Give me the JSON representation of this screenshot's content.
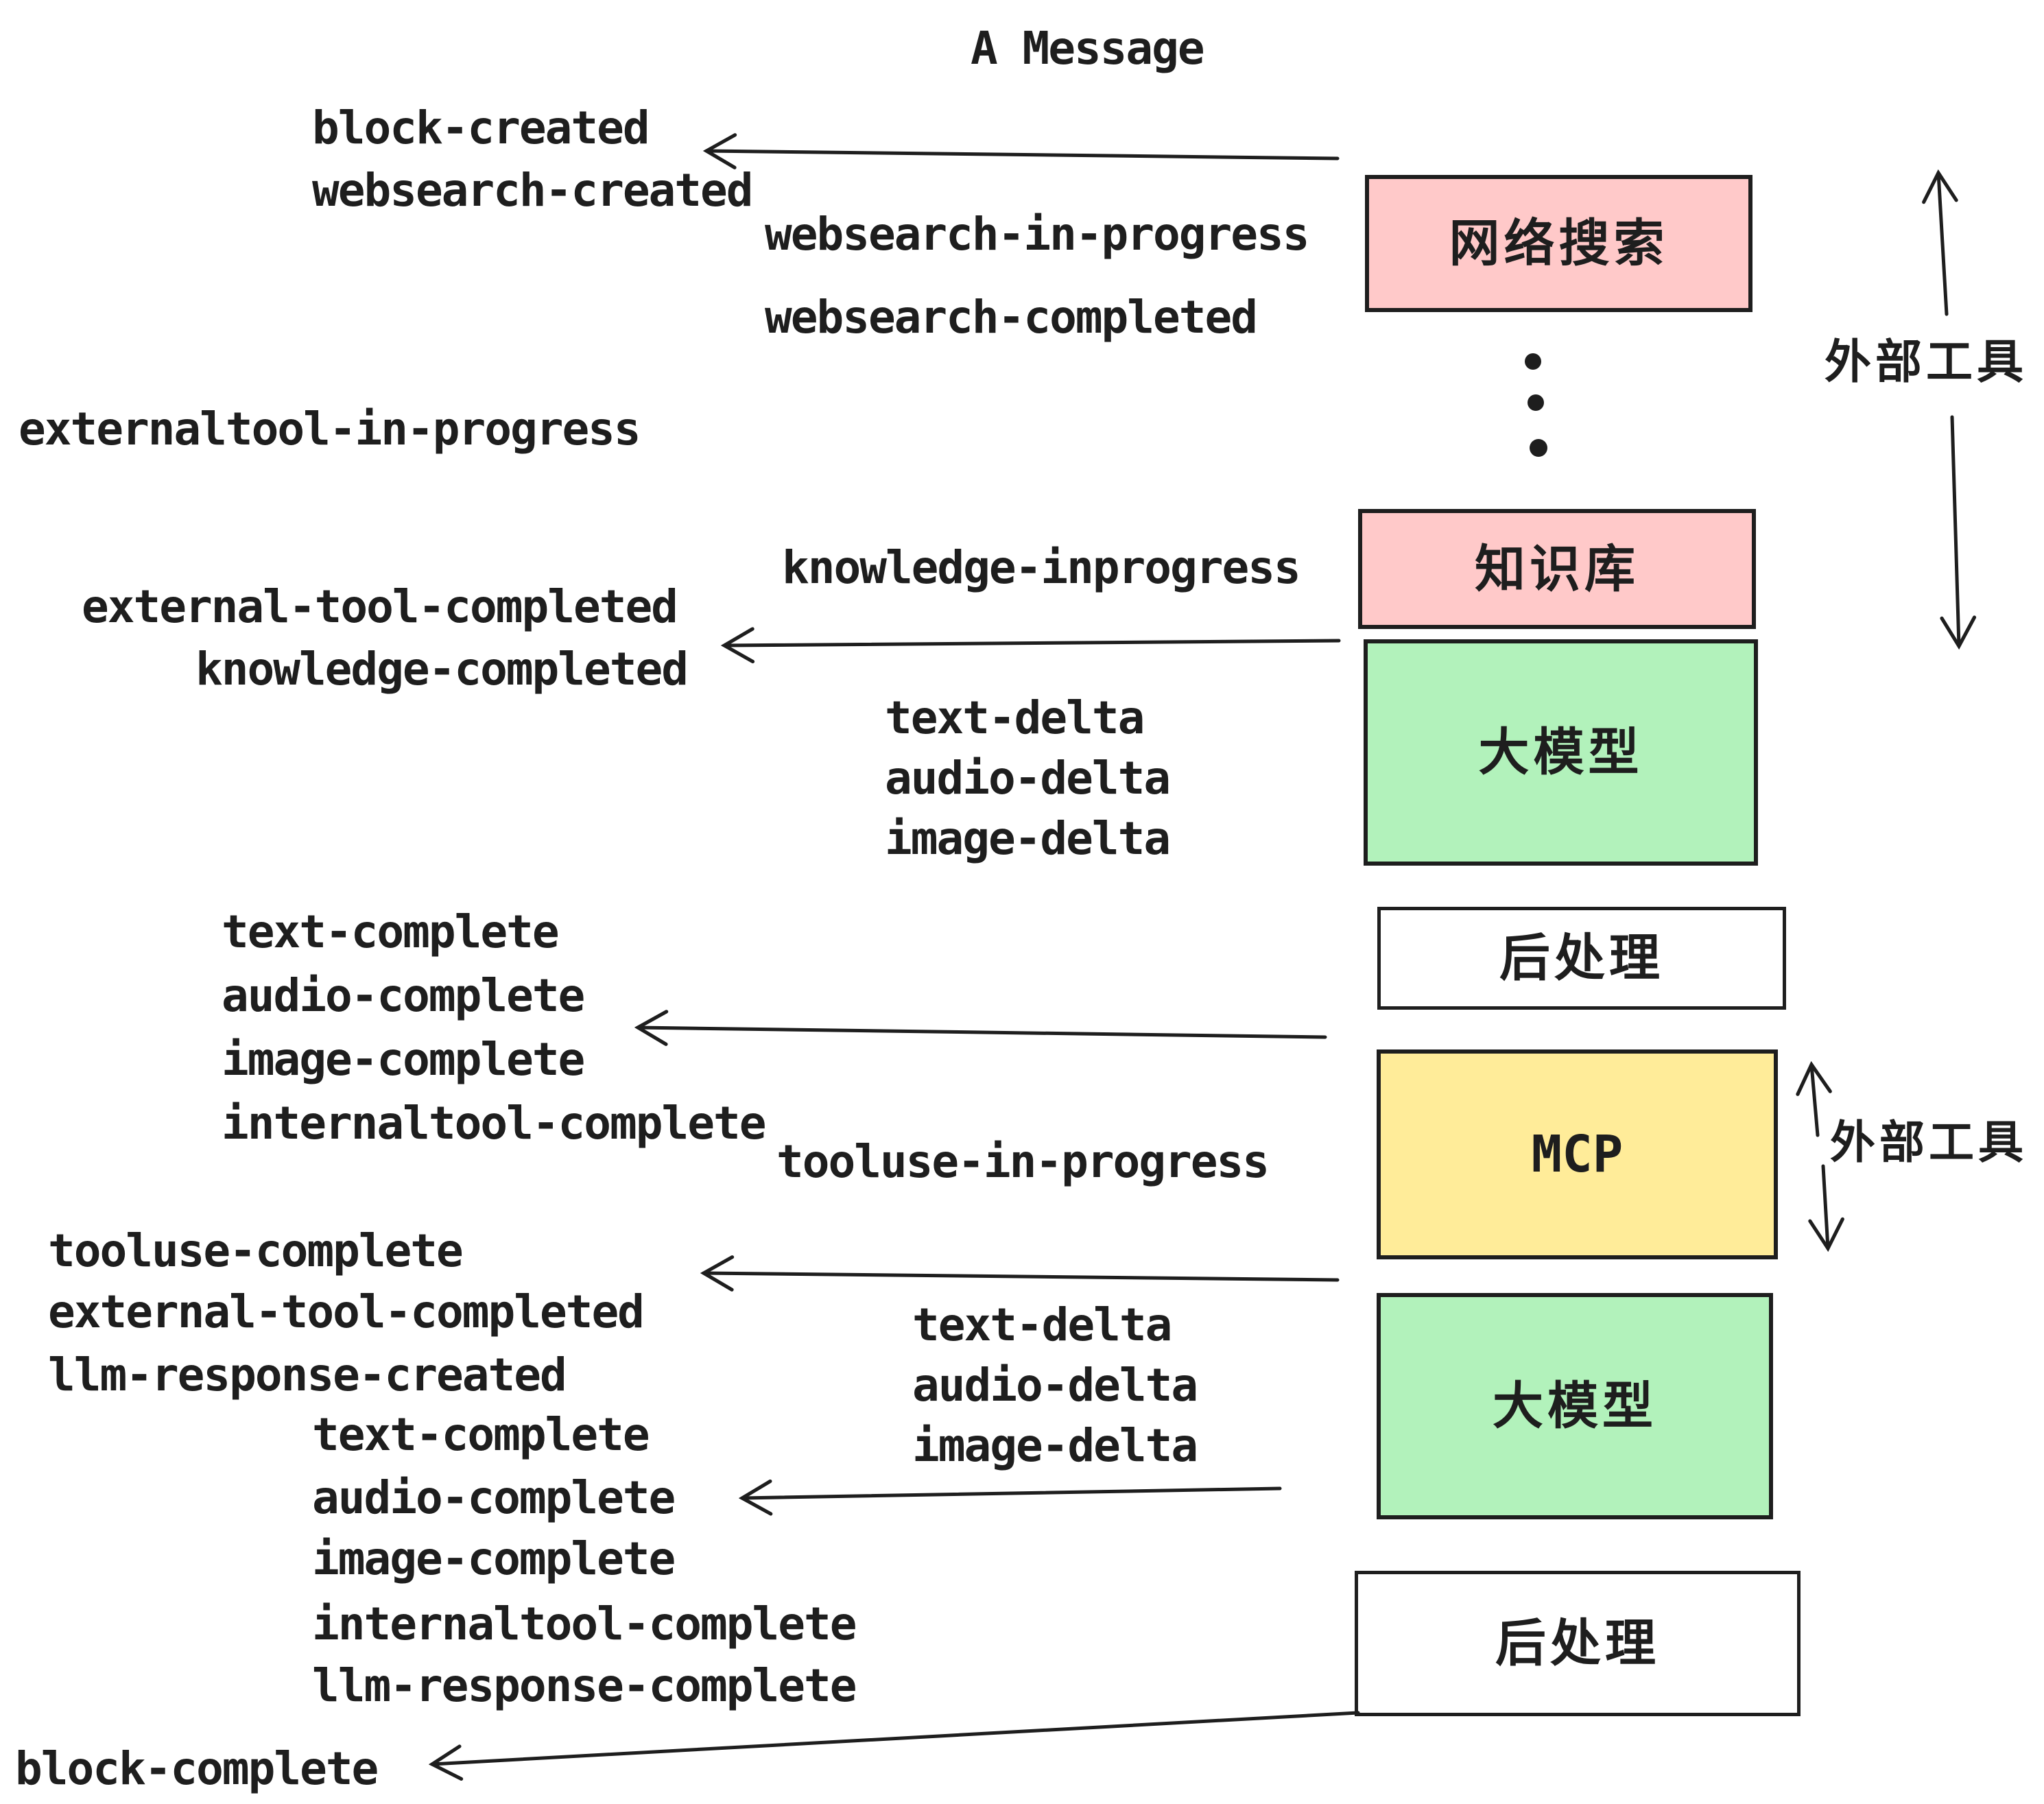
{
  "title": "A Message",
  "colors": {
    "ink": "#1e1e1e",
    "pink": "#ffc9c9",
    "green": "#b2f2bb",
    "yellow": "#ffec99",
    "paper": "#ffffff"
  },
  "events": {
    "block_created": "block-created",
    "websearch_created": "websearch-created",
    "websearch_in_progress": "websearch-in-progress",
    "websearch_completed": "websearch-completed",
    "externaltool_in_progress": "externaltool-in-progress",
    "knowledge_inprogress": "knowledge-inprogress",
    "external_tool_completed": "external-tool-completed",
    "knowledge_completed": "knowledge-completed",
    "text_delta": "text-delta",
    "audio_delta": "audio-delta",
    "image_delta": "image-delta",
    "text_complete": "text-complete",
    "audio_complete": "audio-complete",
    "image_complete": "image-complete",
    "internaltool_complete": "internaltool-complete",
    "tooluse_in_progress": "tooluse-in-progress",
    "tooluse_complete": "tooluse-complete",
    "llm_response_created": "llm-response-created",
    "llm_response_complete": "llm-response-complete",
    "block_complete": "block-complete"
  },
  "boxes": {
    "websearch": "网络搜索",
    "knowledge": "知识库",
    "llm": "大模型",
    "post": "后处理",
    "mcp": "MCP"
  },
  "annotations": {
    "external_tools": "外部工具"
  }
}
